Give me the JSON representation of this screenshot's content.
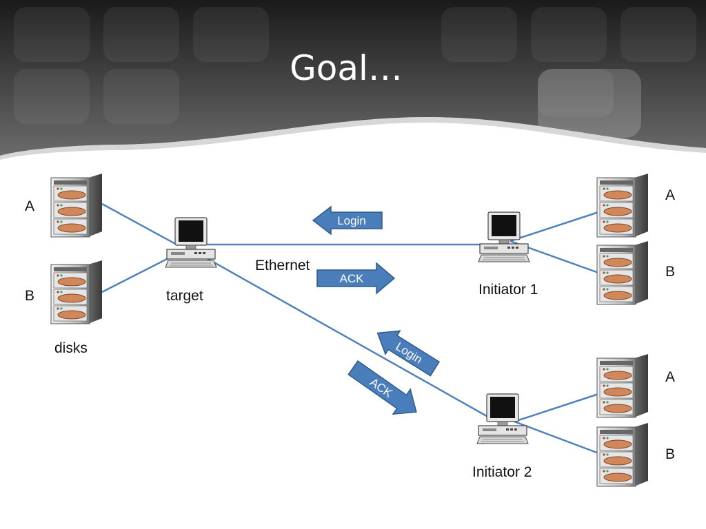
{
  "slide": {
    "title": "Goal…",
    "colors": {
      "accent": "#4f81bd",
      "arrow_fill": "#4a7ebb",
      "arrow_stroke": "#2f5a8a",
      "header_dark": "#2a2a2a"
    }
  },
  "labels": {
    "left_disk_a": "A",
    "left_disk_b": "B",
    "disks": "disks",
    "target": "target",
    "ethernet": "Ethernet",
    "initiator1": "Initiator 1",
    "initiator2": "Initiator 2",
    "init1_disk_a": "A",
    "init1_disk_b": "B",
    "init2_disk_a": "A",
    "init2_disk_b": "B"
  },
  "arrows": {
    "login_1": "Login",
    "ack_1": "ACK",
    "login_2": "Login",
    "ack_2": "ACK"
  },
  "icons": {
    "disk": "disk-array-icon",
    "computer": "computer-icon"
  }
}
